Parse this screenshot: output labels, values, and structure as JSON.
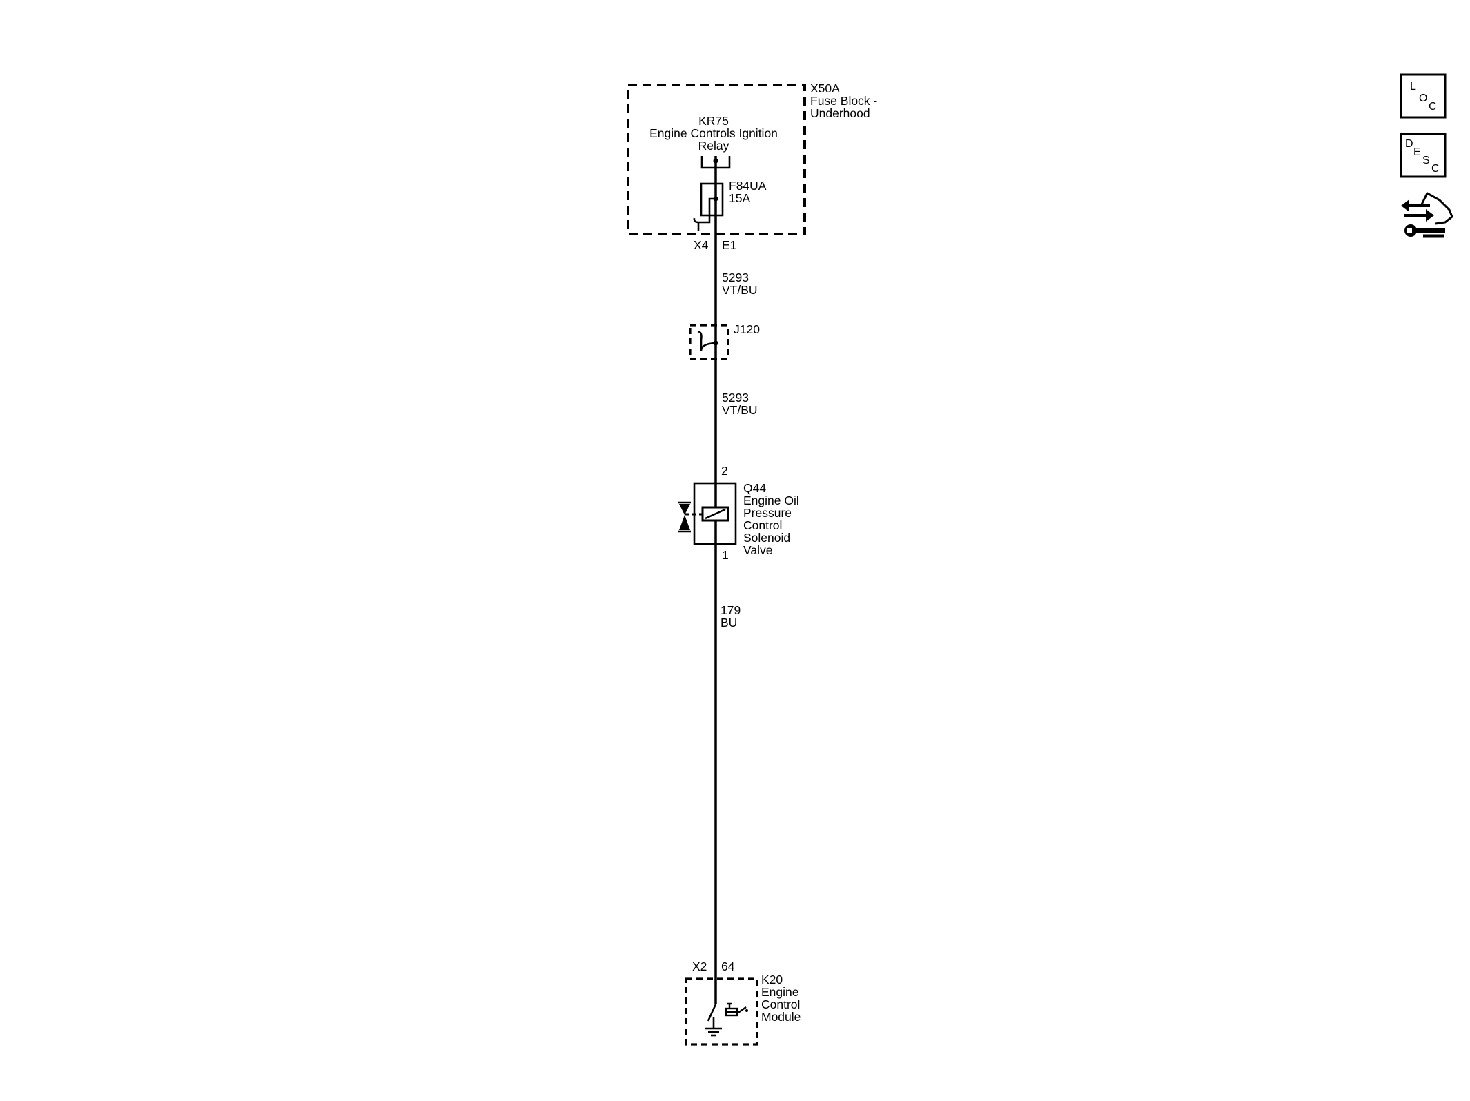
{
  "fuse_block": {
    "id": "X50A",
    "name_line1": "Fuse Block -",
    "name_line2": "Underhood",
    "relay": {
      "id": "KR75",
      "name_line1": "Engine Controls Ignition",
      "name_line2": "Relay"
    },
    "fuse": {
      "id": "F84UA",
      "rating": "15A"
    },
    "connector": "X4",
    "pin": "E1"
  },
  "wires": [
    {
      "circuit": "5293",
      "color": "VT/BU"
    },
    {
      "circuit": "5293",
      "color": "VT/BU"
    },
    {
      "circuit": "179",
      "color": "BU"
    }
  ],
  "splice": {
    "id": "J120"
  },
  "solenoid": {
    "id": "Q44",
    "name_lines": [
      "Engine Oil",
      "Pressure",
      "Control",
      "Solenoid",
      "Valve"
    ],
    "pin_top": "2",
    "pin_bottom": "1"
  },
  "ecm": {
    "id": "K20",
    "name_lines": [
      "Engine",
      "Control",
      "Module"
    ],
    "connector": "X2",
    "pin": "64"
  },
  "nav": {
    "loc": [
      "L",
      "O",
      "C"
    ],
    "desc": [
      "D",
      "E",
      "S",
      "C"
    ]
  }
}
